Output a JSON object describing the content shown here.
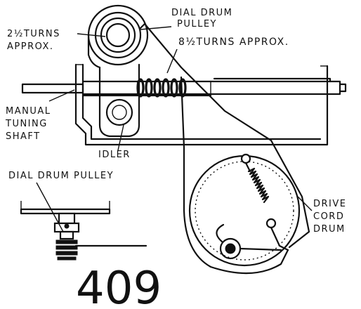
{
  "labels": {
    "dial_drum_pulley_top_1": "DIAL DRUM",
    "dial_drum_pulley_top_2": "PULLEY",
    "turns_left_1": "2½TURNS",
    "turns_left_2": "APPROX.",
    "turns_right": "8½TURNS APPROX.",
    "manual_1": "MANUAL",
    "manual_2": "TUNING",
    "manual_3": "SHAFT",
    "idler": "IDLER",
    "dial_drum_pulley_bottom": "DIAL DRUM PULLEY",
    "drive_1": "DRIVE",
    "drive_2": "CORD",
    "drive_3": "DRUM"
  },
  "figure_number": "409"
}
